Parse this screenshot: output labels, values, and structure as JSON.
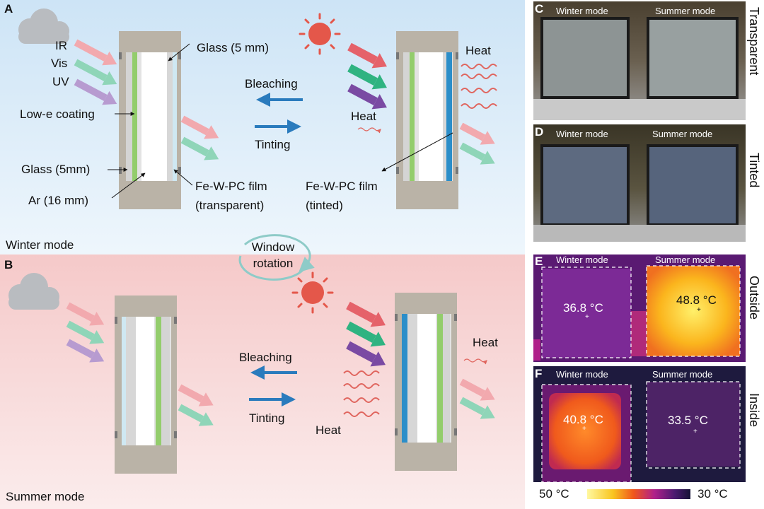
{
  "panel_a": {
    "letter": "A",
    "mode": "Winter mode",
    "incoming": {
      "ir": "IR",
      "vis": "Vis",
      "uv": "UV"
    },
    "labels": {
      "glass_top": "Glass (5 mm)",
      "low_e": "Low-e coating",
      "glass_bottom": "Glass (5mm)",
      "ar": "Ar (16 mm)",
      "film_transparent_1": "Fe-W-PC film",
      "film_transparent_2": "(transparent)",
      "film_tinted_1": "Fe-W-PC film",
      "film_tinted_2": "(tinted)",
      "bleaching": "Bleaching",
      "tinting": "Tinting",
      "heat_mid": "Heat",
      "heat_right": "Heat"
    }
  },
  "rotation": {
    "line1": "Window",
    "line2": "rotation"
  },
  "panel_b": {
    "letter": "B",
    "mode": "Summer mode",
    "labels": {
      "bleaching": "Bleaching",
      "tinting": "Tinting",
      "heat_right": "Heat",
      "heat_mid": "Heat"
    }
  },
  "panel_c": {
    "letter": "C",
    "left": "Winter mode",
    "right": "Summer mode",
    "side": "Transparent"
  },
  "panel_d": {
    "letter": "D",
    "left": "Winter mode",
    "right": "Summer mode",
    "side": "Tinted"
  },
  "panel_e": {
    "letter": "E",
    "left": "Winter mode",
    "right": "Summer mode",
    "side": "Outside",
    "temp_left": "36.8 °C",
    "temp_right": "48.8 °C"
  },
  "panel_f": {
    "letter": "F",
    "left": "Winter mode",
    "right": "Summer mode",
    "side": "Inside",
    "temp_left": "40.8 °C",
    "temp_right": "33.5 °C"
  },
  "colorbar": {
    "max": "50 °C",
    "min": "30 °C"
  },
  "colors": {
    "winter_bg": "#deeefa",
    "summer_bg": "#f8dcdc",
    "ir": "#f2a9ae",
    "vis": "#8fd5b8",
    "uv": "#b79bd0",
    "ir_strong": "#e5626a",
    "vis_strong": "#2fb381",
    "uv_strong": "#7a4aa3",
    "frame": "#bab3a7",
    "low_e": "#93cd6c",
    "film_tinted": "#2b8ec9",
    "arrow_blue": "#2a7bbd",
    "sun": "#e4574a",
    "heat": "#e0655e",
    "rotation": "#8ecbc8"
  }
}
